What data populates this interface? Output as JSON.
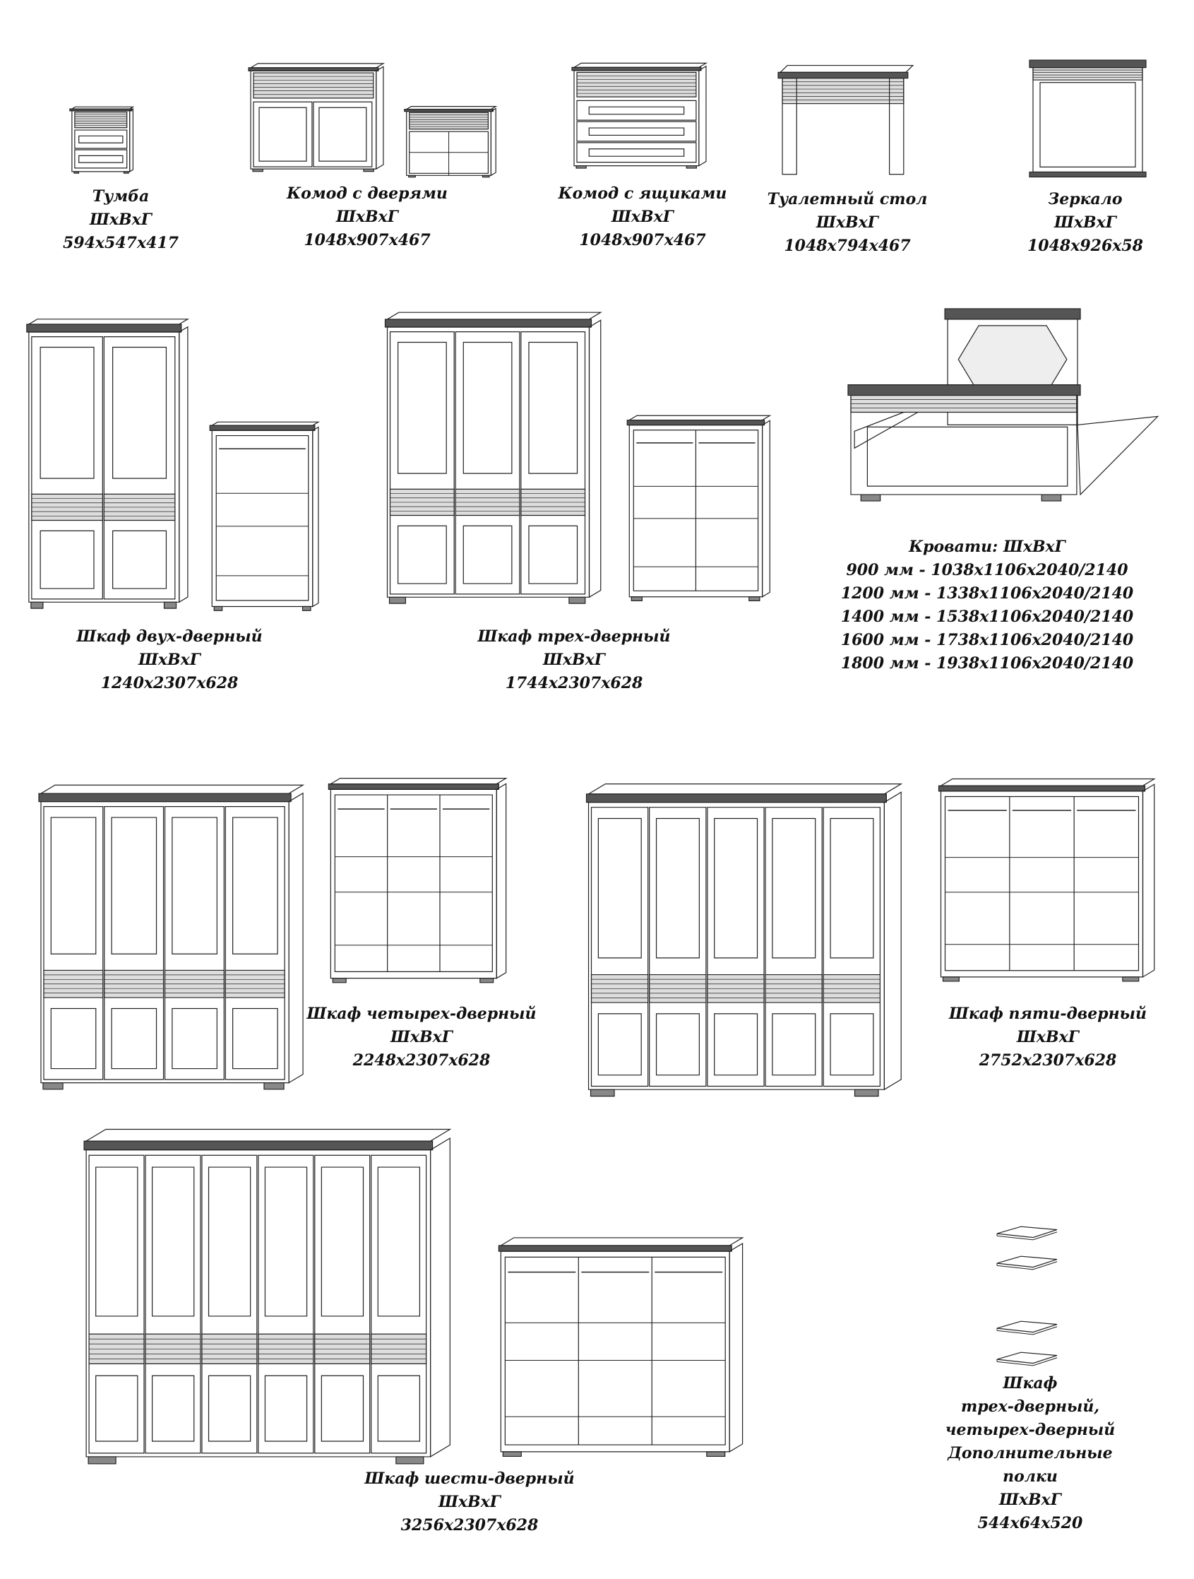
{
  "items": {
    "tumba": {
      "name": "Тумба",
      "dims_label": "ШхВхГ",
      "dims": "594x547x417"
    },
    "komod_doors": {
      "name": "Комод с дверями",
      "dims_label": "ШхВхГ",
      "dims": "1048x907x467"
    },
    "komod_drawers": {
      "name": "Комод с ящиками",
      "dims_label": "ШхВхГ",
      "dims": "1048x907x467"
    },
    "dressing_table": {
      "name": "Туалетный стол",
      "dims_label": "ШхВхГ",
      "dims": "1048x794x467"
    },
    "mirror": {
      "name": "Зеркало",
      "dims_label": "ШхВхГ",
      "dims": "1048x926x58"
    },
    "wardrobe2": {
      "name": "Шкаф двух-дверный",
      "dims_label": "ШхВхГ",
      "dims": "1240x2307x628"
    },
    "wardrobe3": {
      "name": "Шкаф трех-дверный",
      "dims_label": "ШхВхГ",
      "dims": "1744x2307x628"
    },
    "beds": {
      "title": "Кровати: ШхВхГ",
      "sizes": [
        "900 мм - 1038x1106x2040/2140",
        "1200 мм - 1338x1106x2040/2140",
        "1400 мм - 1538x1106x2040/2140",
        "1600 мм - 1738x1106x2040/2140",
        "1800 мм - 1938x1106x2040/2140"
      ]
    },
    "wardrobe4": {
      "name": "Шкаф четырех-дверный",
      "dims_label": "ШхВхГ",
      "dims": "2248x2307x628"
    },
    "wardrobe5": {
      "name": "Шкаф пяти-дверный",
      "dims_label": "ШхВхГ",
      "dims": "2752x2307x628"
    },
    "wardrobe6": {
      "name": "Шкаф шести-дверный",
      "dims_label": "ШхВхГ",
      "dims": "3256x2307x628"
    },
    "shelves": {
      "lines": [
        "Шкаф",
        "трех-дверный,",
        "четырех-дверный",
        "Дополнительные",
        "полки"
      ],
      "dims_label": "ШхВхГ",
      "dims": "544x64x520"
    }
  }
}
